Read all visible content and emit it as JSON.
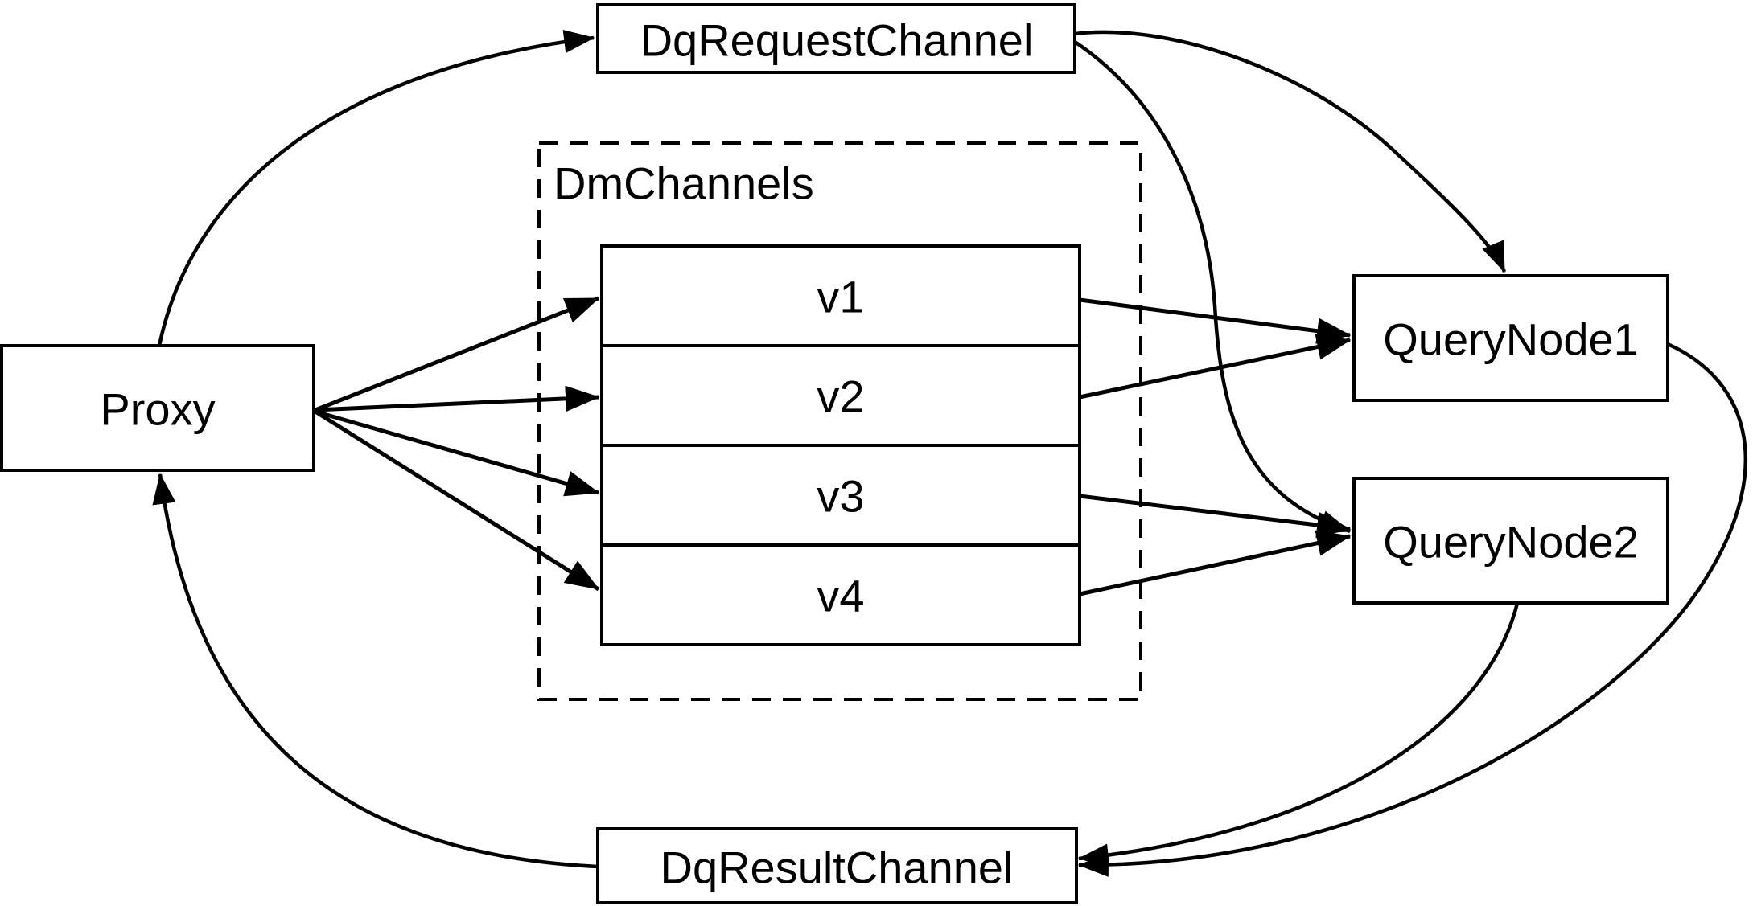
{
  "diagram": {
    "colors": {
      "background": "#ffffff",
      "stroke": "#000000",
      "text": "#000000"
    },
    "nodes": {
      "proxy": {
        "label": "Proxy"
      },
      "dq_request_channel": {
        "label": "DqRequestChannel"
      },
      "dm_channels": {
        "label": "DmChannels",
        "channels": [
          "v1",
          "v2",
          "v3",
          "v4"
        ]
      },
      "query_node_1": {
        "label": "QueryNode1"
      },
      "query_node_2": {
        "label": "QueryNode2"
      },
      "dq_result_channel": {
        "label": "DqResultChannel"
      }
    },
    "edges": [
      {
        "from": "Proxy",
        "to": "DqRequestChannel"
      },
      {
        "from": "DqRequestChannel",
        "to": "QueryNode1"
      },
      {
        "from": "DqRequestChannel",
        "to": "QueryNode2"
      },
      {
        "from": "Proxy",
        "to": "v1"
      },
      {
        "from": "Proxy",
        "to": "v2"
      },
      {
        "from": "Proxy",
        "to": "v3"
      },
      {
        "from": "Proxy",
        "to": "v4"
      },
      {
        "from": "v1",
        "to": "QueryNode1"
      },
      {
        "from": "v2",
        "to": "QueryNode1"
      },
      {
        "from": "v3",
        "to": "QueryNode2"
      },
      {
        "from": "v4",
        "to": "QueryNode2"
      },
      {
        "from": "QueryNode1",
        "to": "DqResultChannel"
      },
      {
        "from": "QueryNode2",
        "to": "DqResultChannel"
      },
      {
        "from": "DqResultChannel",
        "to": "Proxy"
      }
    ]
  }
}
